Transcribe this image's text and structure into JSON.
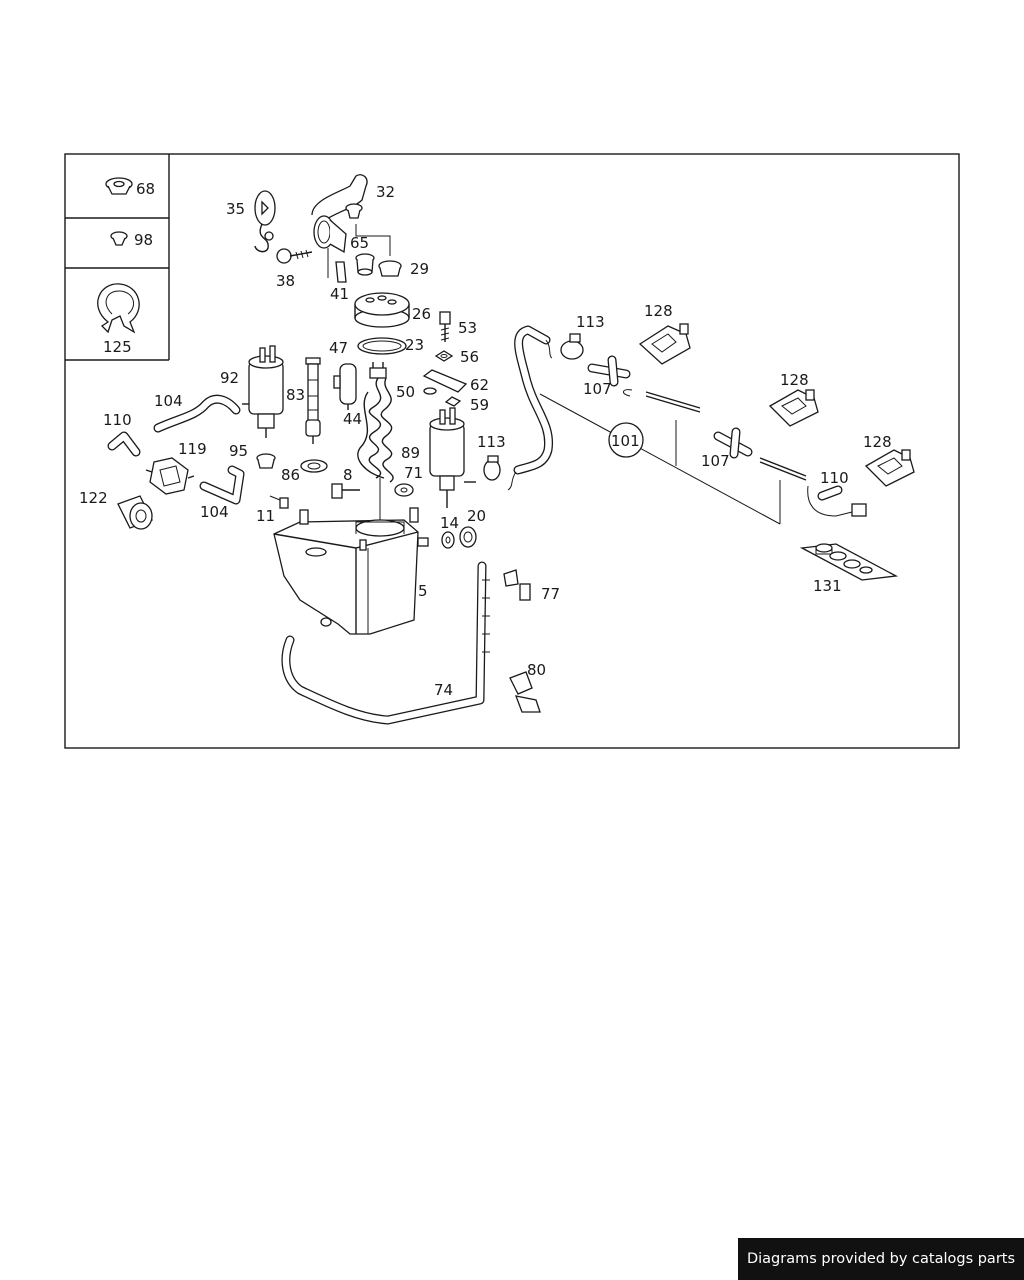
{
  "footer": {
    "credit": "Diagrams provided by catalogs parts"
  },
  "callouts": {
    "c68": "68",
    "c98": "98",
    "c125": "125",
    "c35": "35",
    "c32": "32",
    "c65": "65",
    "c29": "29",
    "c38": "38",
    "c41": "41",
    "c26": "26",
    "c53": "53",
    "c23": "23",
    "c56": "56",
    "c62": "62",
    "c59": "59",
    "c47": "47",
    "c50": "50",
    "c44": "44",
    "c83": "83",
    "c92": "92",
    "c104a": "104",
    "c110a": "110",
    "c119": "119",
    "c95": "95",
    "c86": "86",
    "c8": "8",
    "c71": "71",
    "c89": "89",
    "c113a": "113",
    "c122": "122",
    "c104b": "104",
    "c11": "11",
    "c14": "14",
    "c20": "20",
    "c5": "5",
    "c77": "77",
    "c80": "80",
    "c74": "74",
    "c113b": "113",
    "c128a": "128",
    "c107a": "107",
    "c101": "101",
    "c128b": "128",
    "c107b": "107",
    "c128c": "128",
    "c110b": "110",
    "c131": "131"
  }
}
